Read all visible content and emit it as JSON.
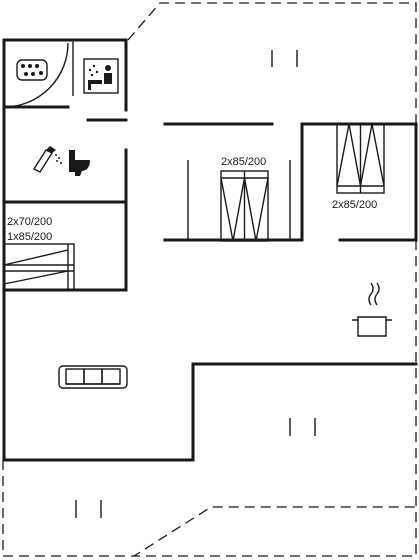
{
  "rooms": {
    "bedroom_center": {
      "bed_label": "2x85/200"
    },
    "bedroom_right": {
      "bed_label": "2x85/200"
    },
    "bedroom_left": {
      "bed_label_1": "2x70/200",
      "bed_label_2": "1x85/200"
    }
  },
  "icons": [
    "whirlpool-icon",
    "sauna-icon",
    "shower-icon",
    "toilet-icon",
    "stove-pot-icon",
    "sofa-icon",
    "terrace-post-icon"
  ]
}
